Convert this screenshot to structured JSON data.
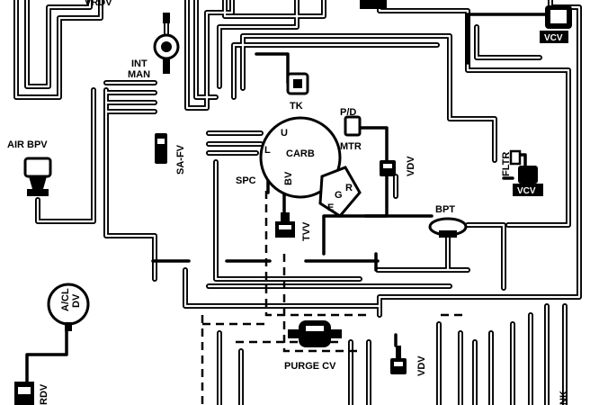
{
  "labels": {
    "vrdv_top": "VRDV",
    "vcv_top": "VCV",
    "int_man_1": "INT",
    "int_man_2": "MAN",
    "tk": "TK",
    "air_bpv": "AIR BPV",
    "sa_fv": "SA-FV",
    "carb": "CARB",
    "carb_u": "U",
    "carb_l": "L",
    "carb_bv": "BV",
    "spc": "SPC",
    "p_d": "P/D",
    "mtr": "MTR",
    "vdv_right": "VDV",
    "fltr": "FLTR",
    "vcv_right": "VCV",
    "egr_e": "E",
    "egr_g": "G",
    "egr_r": "R",
    "bpt": "BPT",
    "tvv": "TVV",
    "acl_dv_1": "A/CL",
    "acl_dv_2": "DV",
    "purge_cv": "PURGE CV",
    "vdv_bottom": "VDV",
    "rdv": "RDV",
    "tank": "NK"
  }
}
